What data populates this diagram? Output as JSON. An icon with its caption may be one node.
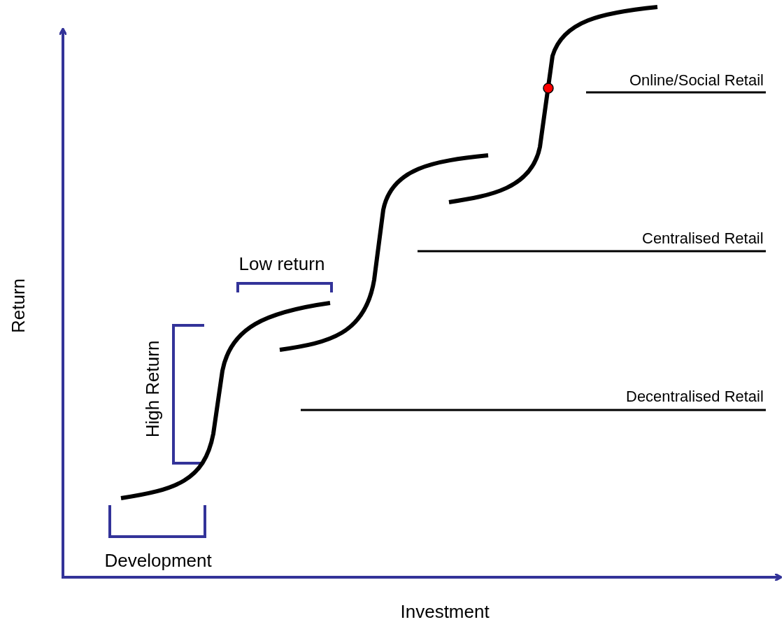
{
  "diagram": {
    "labels": [
      "Online/Social Retail",
      "Centralised Retail",
      "Low return",
      "Return",
      "High Return",
      "Decentralised Retail",
      "Development",
      "Investment"
    ]
  }
}
